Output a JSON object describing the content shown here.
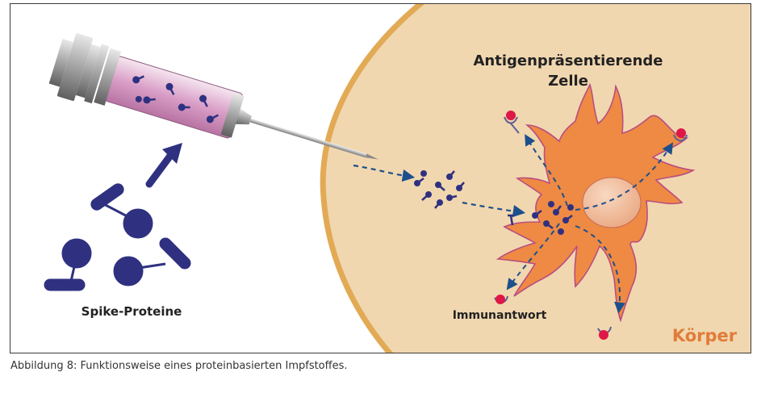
{
  "labels": {
    "cell_title_line1": "Antigenpräsentierende",
    "cell_title_line2": "Zelle",
    "spike_proteins": "Spike-Proteine",
    "immune_response": "Immunantwort",
    "body": "Körper"
  },
  "caption": "Abbildung 8: Funktionsweise eines proteinbasierten Impfstoffes.",
  "colors": {
    "body_fill": "#f1d7af",
    "body_border": "#e2aa55",
    "cell_fill": "#ee8a43",
    "nucleus_fill": "#f3c2a0",
    "protein": "#2f3180",
    "arrow": "#1d4f8c",
    "receptor": "#de1747",
    "syringe_fluid": "#d99ec7",
    "body_label": "#e07c39"
  },
  "icons": [
    "syringe-icon",
    "spike-protein-icon",
    "arrow-up-right-icon",
    "dendritic-cell-icon",
    "receptor-icon"
  ]
}
